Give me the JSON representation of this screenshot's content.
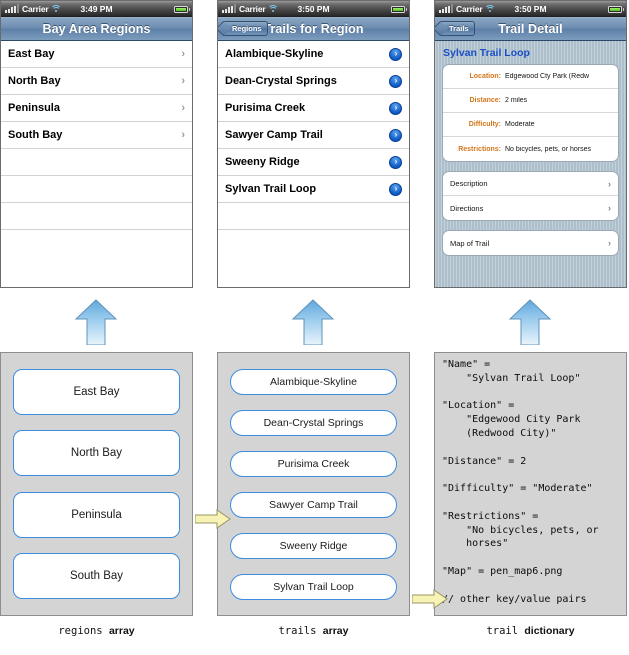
{
  "panels": [
    {
      "id": "regions",
      "status": {
        "carrier": "Carrier",
        "time": "3:49 PM",
        "wifi_icon": "wifi-icon",
        "signal_icon": "signal-icon",
        "battery_icon": "battery-icon"
      },
      "nav": {
        "title": "Bay Area Regions",
        "back": null
      },
      "list_style": "plain",
      "rows": [
        {
          "label": "East Bay",
          "accessory": "chevron-icon"
        },
        {
          "label": "North Bay",
          "accessory": "chevron-icon"
        },
        {
          "label": "Peninsula",
          "accessory": "chevron-icon"
        },
        {
          "label": "South Bay",
          "accessory": "chevron-icon"
        },
        {
          "label": "",
          "accessory": null
        },
        {
          "label": "",
          "accessory": null
        },
        {
          "label": "",
          "accessory": null
        }
      ],
      "nodes": [
        {
          "label": "East Bay",
          "shape": "rect"
        },
        {
          "label": "North Bay",
          "shape": "rect"
        },
        {
          "label": "Peninsula",
          "shape": "rect"
        },
        {
          "label": "South Bay",
          "shape": "rect"
        }
      ],
      "caption_mono": "regions ",
      "caption_bold": "array"
    },
    {
      "id": "trails",
      "status": {
        "carrier": "Carrier",
        "time": "3:50 PM",
        "wifi_icon": "wifi-icon",
        "signal_icon": "signal-icon",
        "battery_icon": "battery-icon"
      },
      "nav": {
        "title": "Trails for Region",
        "back": "Regions"
      },
      "list_style": "plain-disclosure",
      "rows": [
        {
          "label": "Alambique-Skyline",
          "accessory": "disclosure-icon"
        },
        {
          "label": "Dean-Crystal Springs",
          "accessory": "disclosure-icon"
        },
        {
          "label": "Purisima Creek",
          "accessory": "disclosure-icon"
        },
        {
          "label": "Sawyer Camp Trail",
          "accessory": "disclosure-icon"
        },
        {
          "label": "Sweeny Ridge",
          "accessory": "disclosure-icon"
        },
        {
          "label": "Sylvan Trail Loop",
          "accessory": "disclosure-icon"
        },
        {
          "label": "",
          "accessory": null
        }
      ],
      "nodes": [
        {
          "label": "Alambique-Skyline",
          "shape": "pill"
        },
        {
          "label": "Dean-Crystal Springs",
          "shape": "pill"
        },
        {
          "label": "Purisima Creek",
          "shape": "pill"
        },
        {
          "label": "Sawyer Camp Trail",
          "shape": "pill"
        },
        {
          "label": "Sweeny Ridge",
          "shape": "pill"
        },
        {
          "label": "Sylvan Trail Loop",
          "shape": "pill"
        }
      ],
      "caption_mono": "trails ",
      "caption_bold": "array"
    },
    {
      "id": "detail",
      "status": {
        "carrier": "Carrier",
        "time": "3:50 PM",
        "wifi_icon": "wifi-icon",
        "signal_icon": "signal-icon",
        "battery_icon": "battery-icon"
      },
      "nav": {
        "title": "Trail Detail",
        "back": "Trails"
      },
      "list_style": "grouped",
      "group_title": "Sylvan Trail Loop",
      "fields": [
        {
          "key": "Location:",
          "value": "Edgewood Cty Park (Redw"
        },
        {
          "key": "Distance:",
          "value": "2 miles"
        },
        {
          "key": "Difficulty:",
          "value": "Moderate"
        },
        {
          "key": "Restrictions:",
          "value": "No bicycles, pets, or horses"
        }
      ],
      "links_group_1": [
        {
          "label": "Description",
          "accessory": "chevron-icon"
        },
        {
          "label": "Directions",
          "accessory": "chevron-icon"
        }
      ],
      "links_group_2": [
        {
          "label": "Map of Trail",
          "accessory": "chevron-icon"
        }
      ],
      "code": "\"Name\" =\n    \"Sylvan Trail Loop\"\n\n\"Location\" =\n    \"Edgewood City Park\n    (Redwood City)\"\n\n\"Distance\" = 2\n\n\"Difficulty\" = \"Moderate\"\n\n\"Restrictions\" =\n    \"No bicycles, pets, or\n    horses\"\n\n\"Map\" = pen_map6.png\n\n// other key/value pairs",
      "caption_mono": "trail ",
      "caption_bold": "dictionary"
    }
  ],
  "colors": {
    "accent_blue": "#3c8ce0",
    "nav_blue": "#5d80a8",
    "key_orange": "#d4761c",
    "title_blue": "#1a4fc4",
    "arrow_blue": "#8dc3ea",
    "arrow_yellow": "#f5f0b0",
    "panel_gray": "#d4d4d4",
    "striped_bg": "#aebfcc"
  },
  "arrows": {
    "up_arrow_icon": "arrow-up-icon",
    "right_arrow_icon": "arrow-right-icon"
  }
}
